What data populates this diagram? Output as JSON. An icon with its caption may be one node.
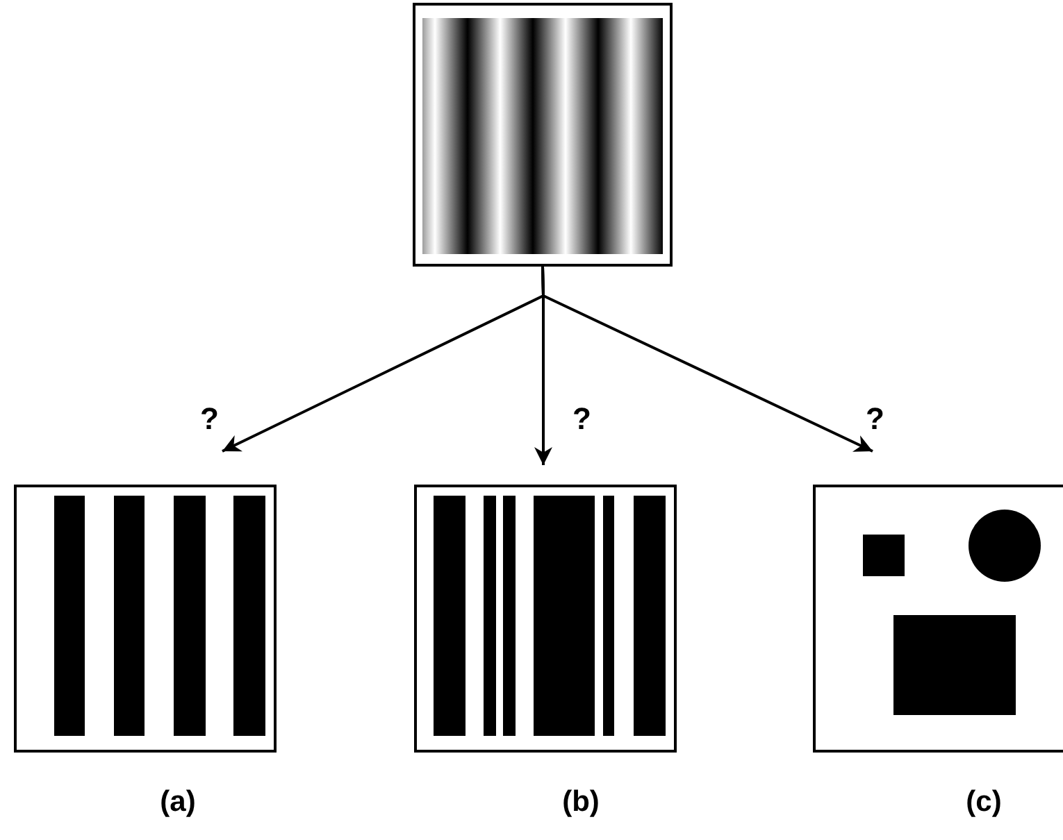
{
  "diagram": {
    "nodes": [
      {
        "text": [],
        "shape": "picture"
      },
      {
        "text": [],
        "shape": "picture",
        "beside": [
          "(a)"
        ]
      },
      {
        "text": [],
        "shape": "picture",
        "beside": [
          "(b)"
        ]
      },
      {
        "text": [],
        "shape": "picture",
        "beside": [
          "(c)"
        ]
      }
    ],
    "edges": [
      {
        "from": 0,
        "to": 1,
        "arrow": "to",
        "label": "?"
      },
      {
        "from": 0,
        "to": 2,
        "arrow": "to",
        "label": "?"
      },
      {
        "from": 0,
        "to": 3,
        "arrow": "to",
        "label": "?"
      }
    ]
  }
}
